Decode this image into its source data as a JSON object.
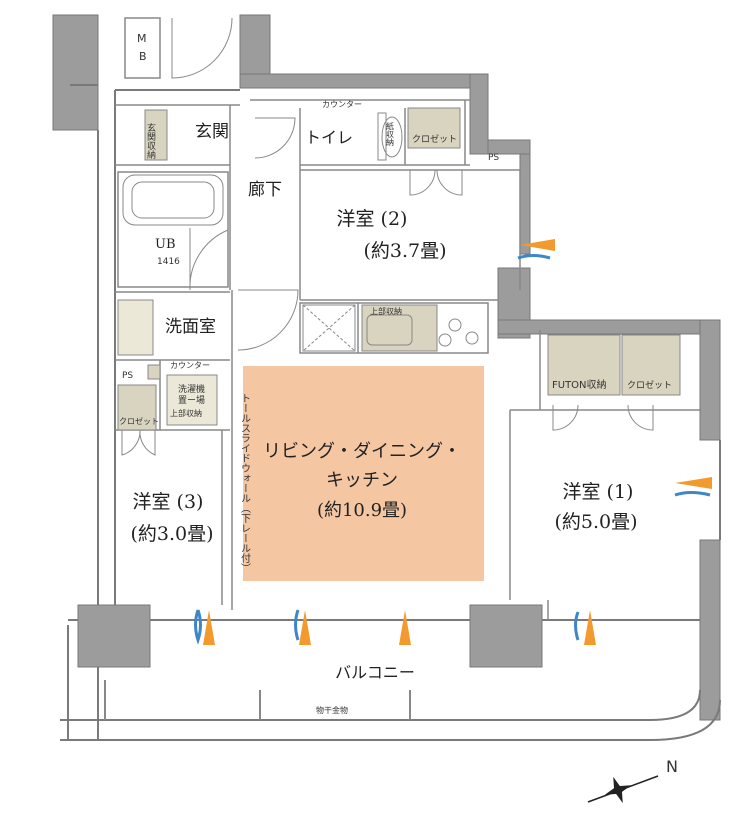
{
  "rooms": {
    "mb": "M\nB",
    "genkan": "玄関",
    "genkan_storage": "玄関収納",
    "roka": "廊下",
    "toilet": "トイレ",
    "counter_top": "カウンター",
    "paper_storage": "紙収納",
    "closet_top": "クロゼット",
    "ps_right": "PS",
    "ub": "UB",
    "ub_size": "1416",
    "western2_name": "洋室 (2)",
    "western2_size": "(約3.7畳)",
    "wash": "洗面室",
    "counter_wash": "カウンター",
    "ps_left": "PS",
    "washer1": "洗濯機",
    "washer2": "置ー場",
    "upper_storage_wash": "上部収納",
    "closet_left": "クロゼット",
    "upper_storage_kitchen": "上部収納",
    "ldk_line1": "リビング・ダイニング・",
    "ldk_line2": "キッチン",
    "ldk_size": "(約10.9畳)",
    "slide_wall": "トールスライドウォール（下レール付）",
    "futon": "FUTON収納",
    "closet_right": "クロゼット",
    "western1_name": "洋室 (1)",
    "western1_size": "(約5.0畳)",
    "western3_name": "洋室 (3)",
    "western3_size": "(約3.0畳)",
    "balcony": "バルコニー",
    "drying_hardware": "物干金物",
    "north": "N"
  },
  "colors": {
    "ldk_fill": "#f4c7a2",
    "wall": "#8a8a8a",
    "wall_fill": "#9c9c9c",
    "storage_fill": "#d9d4bf",
    "arrow_orange": "#f29a2e",
    "arrow_blue": "#3f86c9"
  }
}
